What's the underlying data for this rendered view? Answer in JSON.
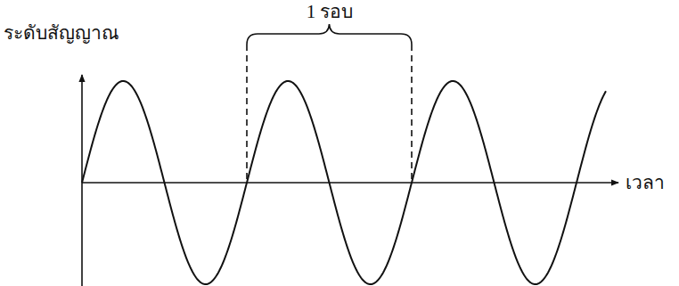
{
  "diagram": {
    "labels": [
      "ระดับสัญญาณ",
      "1 รอบ",
      "เวลา"
    ]
  }
}
